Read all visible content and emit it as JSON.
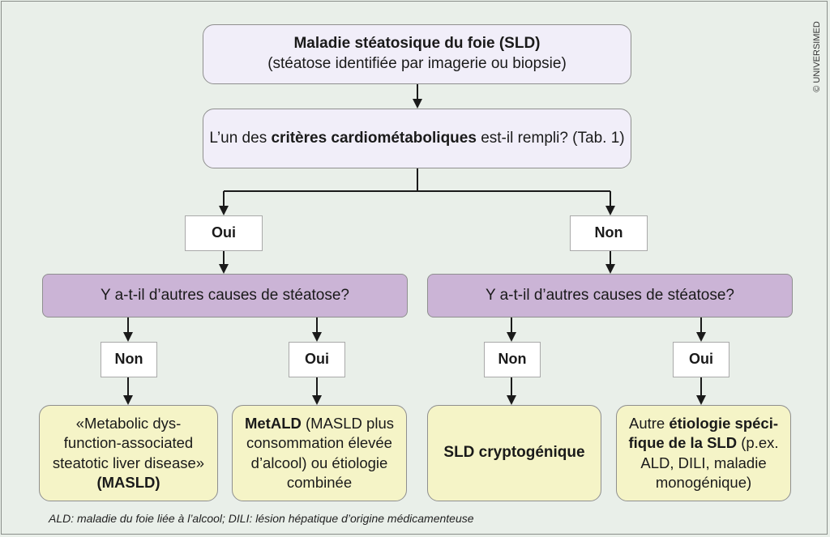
{
  "start": {
    "title": "Maladie stéatosique du foie (SLD)",
    "subtitle": "(stéatose identifiée par imagerie ou biopsie)"
  },
  "question": {
    "pre": "L’un des ",
    "bold": "critères cardiométaboliques",
    "post": " est-il rempli? (Tab. 1)"
  },
  "branch_yes": "Oui",
  "branch_no": "Non",
  "left_question": "Y a-t-il d’autres causes de stéatose?",
  "right_question": "Y a-t-il d’autres causes de stéatose?",
  "answers": [
    "Non",
    "Oui",
    "Non",
    "Oui"
  ],
  "outcomes": {
    "masld": {
      "line1": "«Metabolic dys-",
      "line2": "function-associated",
      "line3": "steatotic liver disease»",
      "bold": "(MASLD)"
    },
    "metald": {
      "bold": "MetALD",
      "line1": " (MASLD plus",
      "line2": "consommation élevée",
      "line3": "d’alcool) ou étiologie",
      "line4": "combinée"
    },
    "cryptogenic": "SLD cryptogénique",
    "specific": {
      "pre": "Autre ",
      "bold1": "étiologie spéci-",
      "bold2": "fique de la SLD",
      "post1": " (p.ex.",
      "line3": "ALD, DILI, maladie",
      "line4": "monogénique)"
    }
  },
  "footnote": "ALD: maladie du foie liée à l’alcool; DILI: lésion hépatique d’origine médicamenteuse",
  "copyright": "© UNIVERSIMED",
  "colors": {
    "background": "#e9efe9",
    "start_box": "#f1eef9",
    "question_box": "#cbb4d6",
    "outcome_box": "#f5f4c7",
    "answer_box": "#ffffff"
  }
}
